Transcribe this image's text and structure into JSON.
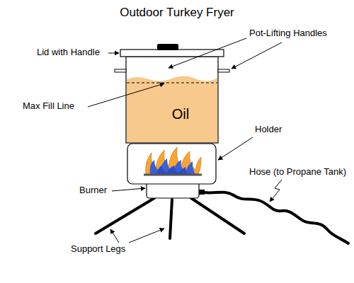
{
  "diagram": {
    "title": "Outdoor Turkey Fryer",
    "labels": [
      "Lid with Handle",
      "Pot-Lifting Handles",
      "Max Fill Line",
      "Oil",
      "Holder",
      "Hose (to Propane Tank)",
      "Burner",
      "Support Legs"
    ]
  }
}
